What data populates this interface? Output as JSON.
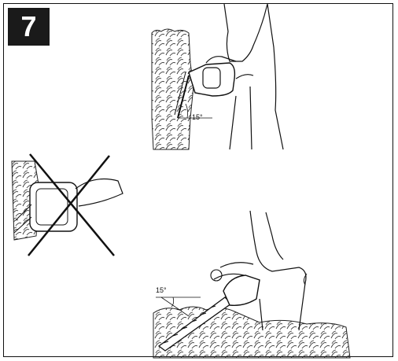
{
  "step": {
    "number": "7"
  },
  "figures": {
    "vertical_cut": {
      "angle_label": "15°"
    },
    "horizontal_cut": {
      "angle_label": "15°"
    }
  }
}
